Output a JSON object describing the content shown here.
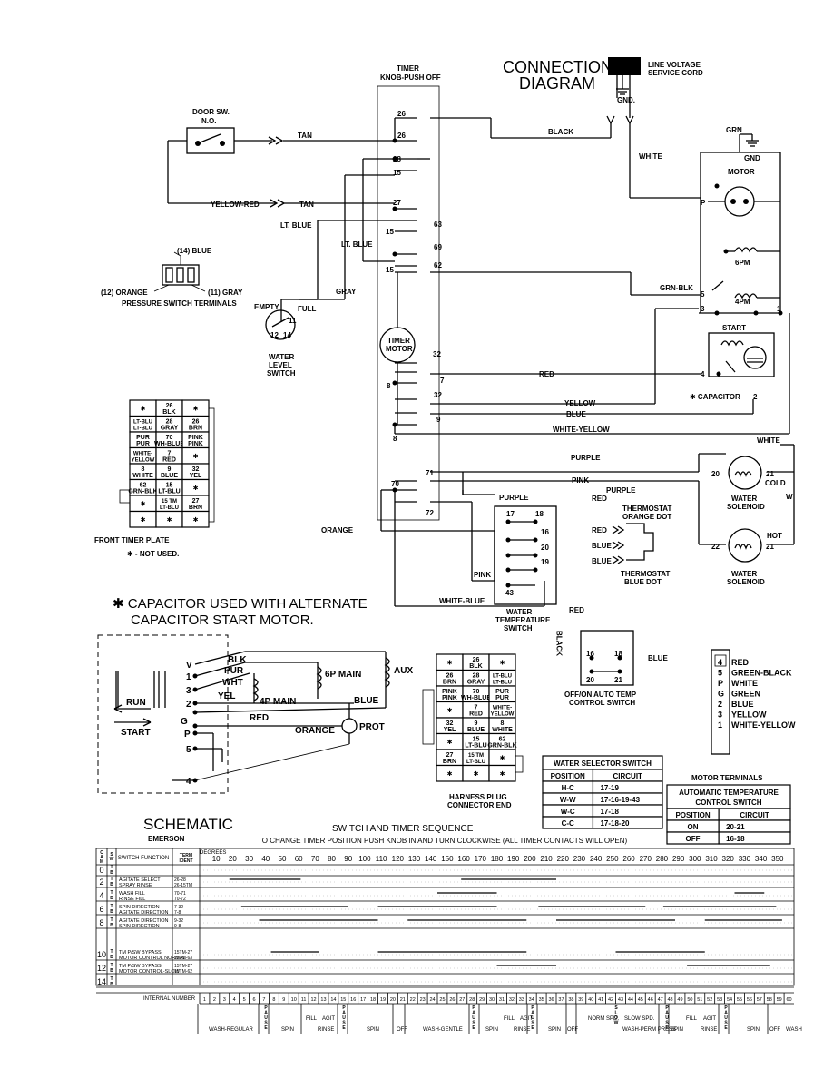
{
  "diagram": {
    "title_line1": "CONNECTION",
    "title_line2": "DIAGRAM",
    "line_cord": {
      "line1": "LINE VOLTAGE",
      "line2": "SERVICE CORD",
      "gnd": "GND."
    },
    "timer": {
      "label1": "TIMER",
      "label2": "KNOB-PUSH OFF",
      "motor1": "TIMER",
      "motor2": "MOTOR"
    },
    "door_switch": {
      "line1": "DOOR SW.",
      "line2": "N.O."
    },
    "motor": {
      "title": "MOTOR",
      "grn": "GRN",
      "gnd": "GND",
      "p": "P",
      "6pm": "6PM",
      "4pm": "4PM",
      "start": "START",
      "capacitor": "✱ CAPACITOR",
      "t5": "5",
      "t3": "3",
      "t4": "4",
      "t1": "1",
      "t2": "2"
    },
    "wire_labels": {
      "tan1": "TAN",
      "tan2": "TAN",
      "yellow_red": "YELLOW-RED",
      "black": "BLACK",
      "white": "WHITE",
      "lt_blue1": "LT. BLUE",
      "lt_blue2": "LT. BLUE",
      "gray": "GRAY",
      "grn_blk": "GRN-BLK",
      "red": "RED",
      "yellow": "YELLOW",
      "blue": "BLUE",
      "white_yellow": "WHITE-YELLOW",
      "white2": "WHITE",
      "purple": "PURPLE",
      "pink": "PINK",
      "purple2": "PURPLE",
      "purple3": "PURPLE",
      "orange": "ORANGE",
      "white_blue": "WHITE-BLUE",
      "pink2": "PINK",
      "red2": "RED",
      "red3": "RED",
      "blue2": "BLUE",
      "blue3": "BLUE",
      "red4": "RED",
      "black_v": "BLACK",
      "blue4": "BLUE",
      "white_v": "WHITE"
    },
    "timer_terminals": [
      "26",
      "26",
      "28",
      "15",
      "27",
      "15",
      "63",
      "69",
      "15",
      "62",
      "32",
      "7",
      "8",
      "32",
      "9",
      "8",
      "71",
      "70",
      "72"
    ],
    "pressure_switch": {
      "blue": "(14) BLUE",
      "orange": "(12) ORANGE",
      "gray": "(11) GRAY",
      "caption": "PRESSURE SWITCH TERMINALS"
    },
    "water_level": {
      "empty": "EMPTY",
      "full": "FULL",
      "t11": "11",
      "t12": "12",
      "t14": "14",
      "l1": "WATER",
      "l2": "LEVEL",
      "l3": "SWITCH"
    },
    "front_plate": {
      "rows": [
        [
          "✱",
          "26\nBLK",
          "✱"
        ],
        [
          "LT-BLU\nLT-BLU",
          "28\nGRAY",
          "26\nBRN"
        ],
        [
          "PUR\nPUR",
          "70\nWH-BLUE",
          "PINK\nPINK"
        ],
        [
          "WHITE-\nYELLOW",
          "7\nRED",
          "✱"
        ],
        [
          "8\nWHITE",
          "9\nBLUE",
          "32\nYEL"
        ],
        [
          "62\nGRN-BLK",
          "15\nLT-BLU",
          "✱"
        ],
        [
          "✱",
          "15 TM\nLT-BLU",
          "27\nBRN"
        ],
        [
          "✱",
          "✱",
          "✱"
        ]
      ],
      "caption": "FRONT TIMER PLATE",
      "note": "✱ - NOT USED."
    },
    "water_solenoid_cold": {
      "t20": "20",
      "t21": "21",
      "l1": "WATER",
      "l2": "SOLENOID",
      "cold": "COLD"
    },
    "water_solenoid_hot": {
      "t22": "22",
      "t21": "21",
      "l1": "WATER",
      "l2": "SOLENOID",
      "hot": "HOT"
    },
    "water_temp_switch": {
      "t17": "17",
      "t18": "18",
      "t16": "16",
      "t20": "20",
      "t19": "19",
      "t43": "43",
      "l1": "WATER",
      "l2": "TEMPERATURE",
      "l3": "SWITCH"
    },
    "thermostat_orange": {
      "l1": "THERMOSTAT",
      "l2": "ORANGE DOT"
    },
    "thermostat_blue": {
      "l1": "THERMOSTAT",
      "l2": "BLUE DOT"
    },
    "auto_temp": {
      "t16": "16",
      "t18": "18",
      "t20": "20",
      "t21": "21",
      "l1": "OFF/ON AUTO TEMP",
      "l2": "CONTROL SWITCH"
    },
    "capacitor_note": {
      "line1": "✱ CAPACITOR USED WITH ALTERNATE",
      "line2": "CAPACITOR START MOTOR."
    },
    "schematic": {
      "blk": "BLK",
      "pur": "PUR",
      "wht": "WHT",
      "yel": "YEL",
      "red": "RED",
      "orange": "ORANGE",
      "blue": "BLUE",
      "6p_main": "6P MAIN",
      "4p_main": "4P MAIN",
      "aux": "AUX",
      "prot": "PROT",
      "run": "RUN",
      "start": "START",
      "v": "V",
      "1": "1",
      "3": "3",
      "2": "2",
      "g": "G",
      "p": "P",
      "5": "5",
      "4": "4",
      "title": "SCHEMATIC",
      "brand": "EMERSON"
    },
    "harness_plug": {
      "rows": [
        [
          "✱",
          "26\nBLK",
          "✱"
        ],
        [
          "26\nBRN",
          "28\nGRAY",
          "LT-BLU\nLT-BLU"
        ],
        [
          "PINK\nPINK",
          "70\nWH-BLUE",
          "PUR\nPUR"
        ],
        [
          "✱",
          "7\nRED",
          "WHITE-\nYELLOW"
        ],
        [
          "32\nYEL",
          "9\nBLUE",
          "8\nWHITE"
        ],
        [
          "✱",
          "15\nLT-BLU",
          "62\nGRN-BLK"
        ],
        [
          "27\nBRN",
          "15 TM\nLT-BLU",
          "✱"
        ],
        [
          "✱",
          "✱",
          "✱"
        ]
      ],
      "l1": "HARNESS PLUG",
      "l2": "CONNECTOR END"
    },
    "motor_terminals": {
      "rows": [
        {
          "num": "4",
          "label": "RED"
        },
        {
          "num": "5",
          "label": "GREEN-BLACK"
        },
        {
          "num": "P",
          "label": "WHITE"
        },
        {
          "num": "G",
          "label": "GREEN"
        },
        {
          "num": "2",
          "label": "BLUE"
        },
        {
          "num": "3",
          "label": "YELLOW"
        },
        {
          "num": "1",
          "label": "WHITE-YELLOW"
        }
      ],
      "caption": "MOTOR TERMINALS"
    },
    "water_selector_table": {
      "title": "WATER SELECTOR SWITCH",
      "headers": [
        "POSITION",
        "CIRCUIT"
      ],
      "rows": [
        [
          "H-C",
          "17-19"
        ],
        [
          "W-W",
          "17-16-19-43"
        ],
        [
          "W-C",
          "17-18"
        ],
        [
          "C-C",
          "17-18-20"
        ]
      ]
    },
    "auto_temp_table": {
      "title1": "AUTOMATIC TEMPERATURE",
      "title2": "CONTROL SWITCH",
      "headers": [
        "POSITION",
        "CIRCUIT"
      ],
      "rows": [
        [
          "ON",
          "20-21"
        ],
        [
          "OFF",
          "16-18"
        ]
      ]
    }
  },
  "sequence": {
    "title": "SWITCH AND TIMER SEQUENCE",
    "subtitle": "TO CHANGE TIMER POSITION PUSH KNOB IN AND TURN CLOCKWISE (ALL TIMER CONTACTS WILL OPEN)",
    "col_headers": {
      "c1": "C\nA\nM",
      "c2": "S\nW",
      "func": "SWITCH FUNCTION",
      "term": "TERM\nIDENT",
      "degrees": "DEGREES"
    },
    "degrees": [
      "10",
      "20",
      "30",
      "40",
      "50",
      "60",
      "70",
      "80",
      "90",
      "100",
      "110",
      "120",
      "130",
      "140",
      "150",
      "160",
      "170",
      "180",
      "190",
      "200",
      "210",
      "220",
      "230",
      "240",
      "250",
      "260",
      "270",
      "280",
      "290",
      "300",
      "310",
      "320",
      "330",
      "340",
      "350"
    ],
    "rows": [
      {
        "cam": "0",
        "sw": "T\nB",
        "func": "",
        "term": ""
      },
      {
        "cam": "2",
        "sw": "T\nB",
        "func": "AGITATE SELECT\nSPRAY RINSE",
        "term": "26-28\n26-15TM"
      },
      {
        "cam": "4",
        "sw": "T\nB",
        "func": "WASH FILL\nRINSE FILL",
        "term": "70-71\n70-72"
      },
      {
        "cam": "6",
        "sw": "T\nB",
        "func": "SPIN DIRECTION\nAGITATE DIRECTION",
        "term": "7-32\n7-8"
      },
      {
        "cam": "8",
        "sw": "T\nB",
        "func": "AGITATE DIRECTION\nSPIN DIRECTION",
        "term": "9-32\n9-8"
      },
      {
        "cam": "10",
        "sw": "T\nB",
        "func": "TM P/SW BYPASS\nMOTOR CONTROL NORMAL",
        "term": "15TM-27\n15TM-63"
      },
      {
        "cam": "12",
        "sw": "T\nB",
        "func": "TM P/SW BYPASS\nMOTOR CONTROL-SLOW",
        "term": "15TM-27\n15TM-62"
      },
      {
        "cam": "14",
        "sw": "T\nB",
        "func": "",
        "term": ""
      }
    ],
    "internal_number_label": "INTERNAL NUMBER",
    "internal_numbers": [
      "1",
      "2",
      "3",
      "4",
      "5",
      "6",
      "7",
      "8",
      "9",
      "10",
      "11",
      "12",
      "13",
      "14",
      "15",
      "16",
      "17",
      "18",
      "19",
      "20",
      "21",
      "22",
      "23",
      "24",
      "25",
      "26",
      "27",
      "28",
      "29",
      "30",
      "31",
      "32",
      "33",
      "34",
      "35",
      "36",
      "37",
      "38",
      "39",
      "40",
      "41",
      "42",
      "43",
      "44",
      "45",
      "46",
      "47",
      "48",
      "49",
      "50",
      "51",
      "52",
      "53",
      "54",
      "55",
      "56",
      "57",
      "58",
      "59",
      "60"
    ],
    "phases": [
      "WASH-REGULAR",
      "P\nA\nU\nS\nE",
      "SPIN",
      "FILL",
      "AGIT",
      "RINSE",
      "P\nA\nU\nS\nE",
      "SPIN",
      "OFF",
      "WASH-GENTLE",
      "P\nA\nU\nS\nE",
      "SPIN",
      "FILL",
      "AGIT",
      "RINSE",
      "P\nA\nU\nS\nE",
      "SPIN",
      "OFF",
      "NORM SPD.",
      "S\nL\nO\nW",
      "SLOW SPD.",
      "WASH-PERM PRESS",
      "P\nA\nU\nS\nE",
      "SPIN",
      "FILL",
      "AGIT",
      "RINSE",
      "P\nA\nU\nS\nE",
      "SPIN",
      "OFF",
      "WASH"
    ]
  }
}
